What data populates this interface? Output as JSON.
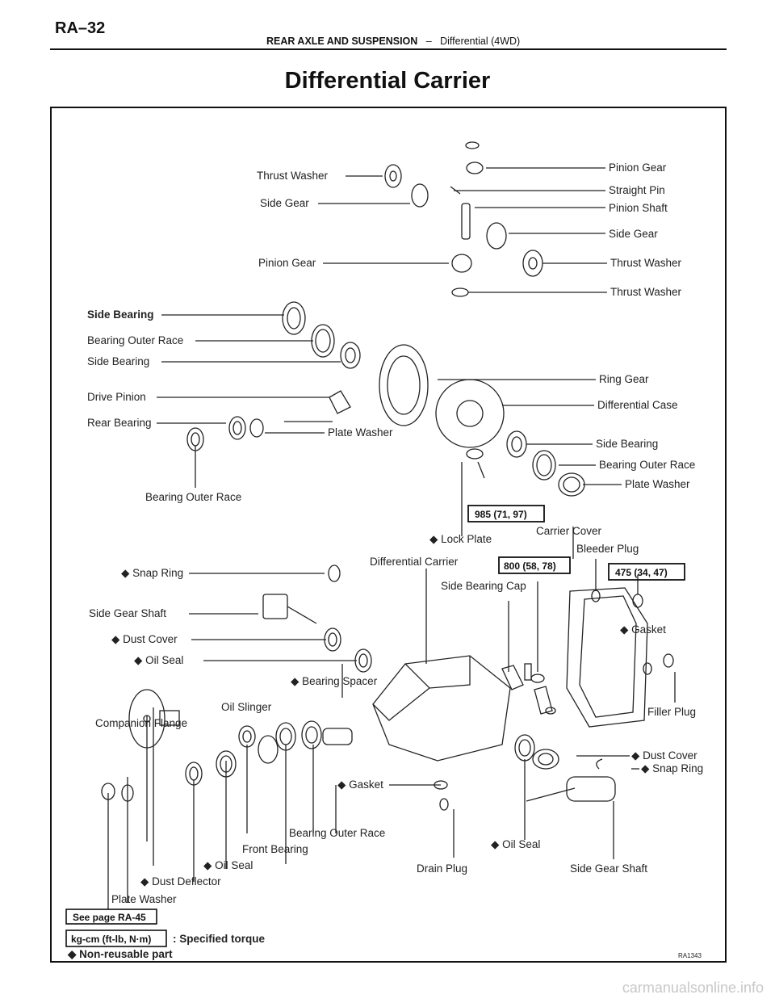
{
  "header": {
    "page_code": "RA–32",
    "section": "REAR AXLE AND SUSPENSION",
    "separator": "–",
    "subsection": "Differential (4WD)"
  },
  "title": "Differential Carrier",
  "labels": {
    "thrust_washer_1": "Thrust Washer",
    "side_gear_1": "Side Gear",
    "pinion_gear_1": "Pinion Gear",
    "pinion_gear_2": "Pinion Gear",
    "straight_pin": "Straight Pin",
    "pinion_shaft": "Pinion Shaft",
    "side_gear_2": "Side Gear",
    "thrust_washer_2": "Thrust Washer",
    "thrust_washer_3": "Thrust Washer",
    "side_bearing_1": "Side Bearing",
    "bearing_outer_race_1": "Bearing Outer Race",
    "side_bearing_2": "Side Bearing",
    "drive_pinion": "Drive Pinion",
    "rear_bearing": "Rear Bearing",
    "plate_washer_1": "Plate Washer",
    "bearing_outer_race_2": "Bearing Outer Race",
    "ring_gear": "Ring Gear",
    "differential_case": "Differential Case",
    "side_bearing_3": "Side Bearing",
    "bearing_outer_race_3": "Bearing Outer Race",
    "plate_washer_2": "Plate Washer",
    "lock_plate": "◆ Lock Plate",
    "carrier_cover": "Carrier Cover",
    "bleeder_plug": "Bleeder Plug",
    "snap_ring_1": "◆ Snap Ring",
    "differential_carrier": "Differential Carrier",
    "side_bearing_cap": "Side Bearing Cap",
    "side_gear_shaft_1": "Side Gear Shaft",
    "dust_cover_1": "◆ Dust Cover",
    "oil_seal_1": "◆ Oil Seal",
    "gasket_1": "◆ Gasket",
    "bearing_spacer": "◆ Bearing Spacer",
    "oil_slinger": "Oil Slinger",
    "companion_flange": "Companion Flange",
    "filler_plug": "Filler Plug",
    "dust_cover_2": "◆ Dust Cover",
    "snap_ring_2": "◆ Snap Ring",
    "gasket_2": "◆ Gasket",
    "bearing_outer_race_4": "Bearing Outer Race",
    "front_bearing": "Front Bearing",
    "oil_seal_2": "◆ Oil Seal",
    "oil_seal_3": "◆ Oil Seal",
    "drain_plug": "Drain Plug",
    "side_gear_shaft_2": "Side Gear Shaft",
    "dust_deflector": "◆ Dust Deflector",
    "plate_washer_3": "Plate Washer"
  },
  "torque": {
    "t1": "985 (71, 97)",
    "t2": "800 (58, 78)",
    "t3": "475 (34, 47)",
    "see_page": "See page RA-45"
  },
  "legend": {
    "torque_unit": "kg-cm (ft-lb, N·m)",
    "torque_desc": ": Specified torque",
    "non_reusable": "◆ Non-reusable part"
  },
  "figure_code": "RA1343",
  "watermark": "carmanualsonline.info"
}
